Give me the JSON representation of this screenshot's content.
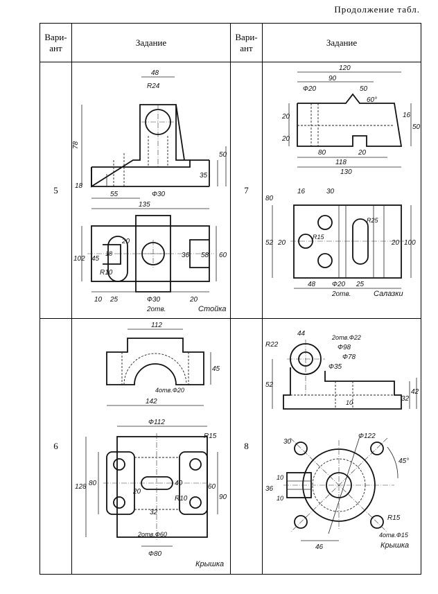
{
  "caption": "Продолжение табл.",
  "header": {
    "variant": "Вари-\nант",
    "task": "Задание"
  },
  "rows": [
    {
      "left": {
        "number": "5",
        "title": "Стойка",
        "dims": {
          "d48": "48",
          "r24": "R24",
          "d78": "78",
          "d18": "18",
          "d55": "55",
          "phi30": "Ф30",
          "d135": "135",
          "d35": "35",
          "d50": "50",
          "d102": "102",
          "d45": "45",
          "d20a": "20",
          "d18b": "18",
          "r10": "R10",
          "d36": "36",
          "d58": "58",
          "d60": "60",
          "d10": "10",
          "d25": "25",
          "phi30b": "Ф30",
          "d20b": "20",
          "holes": "2отв."
        }
      },
      "right": {
        "number": "7",
        "title": "Салазки",
        "dims": {
          "d120": "120",
          "d90": "90",
          "phi20": "Ф20",
          "d50": "50",
          "a60": "60°",
          "d20a": "20",
          "d20b": "20",
          "d16": "16",
          "d50b": "50",
          "d80": "80",
          "d20c": "20",
          "d118": "118",
          "d130": "130",
          "d80b": "80",
          "d16b": "16",
          "d30": "30",
          "d52": "52",
          "d20d": "20",
          "r15": "R15",
          "r25": "R25",
          "d20e": "20",
          "d100": "100",
          "d48": "48",
          "phi20b": "Ф20",
          "d25": "25",
          "holes": "2отв."
        }
      }
    },
    {
      "left": {
        "number": "6",
        "title": "Крышка",
        "dims": {
          "d112": "112",
          "d45": "45",
          "holes4": "4отв.Ф20",
          "d142": "142",
          "phi112": "Ф112",
          "r15": "R15",
          "d128": "128",
          "d80": "80",
          "d20": "20",
          "d40": "40",
          "d60": "60",
          "d90": "90",
          "r10": "R10",
          "d32": "32",
          "holes2": "2отв.Ф60",
          "phi80": "Ф80"
        }
      },
      "right": {
        "number": "8",
        "title": "Крышка",
        "dims": {
          "d44": "44",
          "holes2": "2отв.Ф22",
          "r22": "R22",
          "phi98": "Ф98",
          "phi78": "Ф78",
          "phi35": "Ф35",
          "d52": "52",
          "d10": "10",
          "d32": "32",
          "d42": "42",
          "d30": "30",
          "phi122": "Ф122",
          "a45": "45°",
          "d36": "36",
          "d10b": "10",
          "d10c": "10",
          "r15": "R15",
          "holes4": "4отв.Ф15",
          "d46": "46"
        }
      }
    }
  ]
}
